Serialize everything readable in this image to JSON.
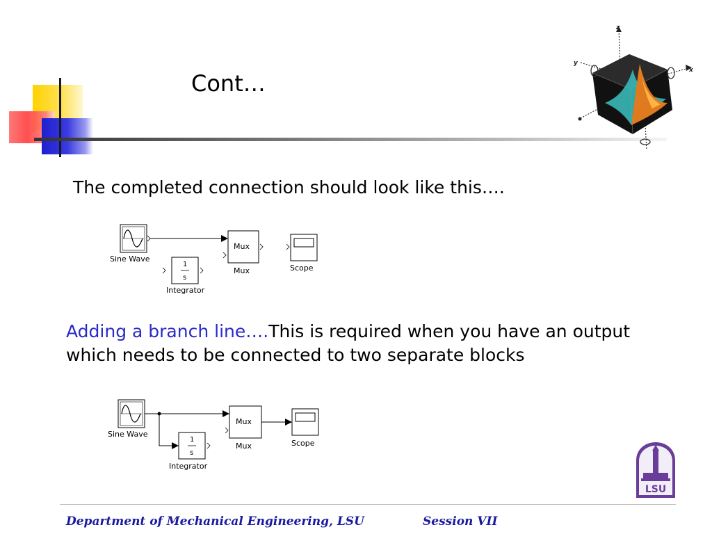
{
  "slide": {
    "title": "Cont…",
    "intro_text": "The completed connection should look like this….",
    "branch_highlight": "Adding a branch line….",
    "branch_text": "This is required when you have an output which needs to be connected to two separate blocks"
  },
  "diagram1": {
    "sine_label": "Sine Wave",
    "integrator_label": "Integrator",
    "integrator_num": "1",
    "integrator_den": "s",
    "mux_inner": "Mux",
    "mux_label": "Mux",
    "scope_label": "Scope"
  },
  "diagram2": {
    "sine_label": "Sine Wave",
    "integrator_label": "Integrator",
    "integrator_num": "1",
    "integrator_den": "s",
    "mux_inner": "Mux",
    "mux_label": "Mux",
    "scope_label": "Scope"
  },
  "logo3d": {
    "x": "x",
    "y": "y",
    "z": "z"
  },
  "lsu_logo": {
    "text": "LSU"
  },
  "footer": {
    "department": "Department of Mechanical Engineering, LSU",
    "session": "Session VII"
  },
  "colors": {
    "accent_blue": "#2a2ac8",
    "footer_blue": "#1a1aa0",
    "lsu_purple": "#6a3d9a"
  }
}
